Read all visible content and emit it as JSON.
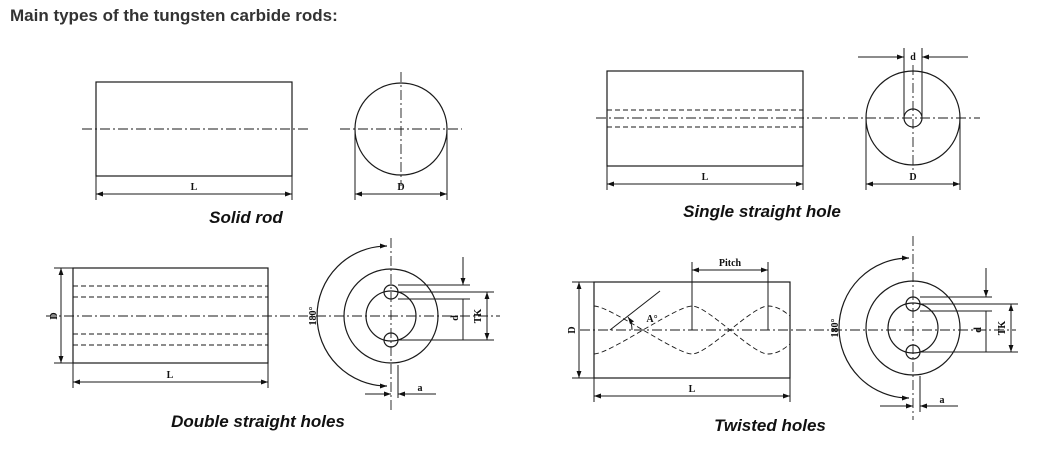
{
  "page": {
    "title": "Main types of the tungsten carbide rods:"
  },
  "diagrams": {
    "solid_rod": {
      "caption": "Solid rod",
      "length_label": "L",
      "diameter_label": "D"
    },
    "single_straight_hole": {
      "caption": "Single straight hole",
      "length_label": "L",
      "diameter_label": "D",
      "hole_label": "d"
    },
    "double_straight_holes": {
      "caption": "Double straight holes",
      "length_label": "L",
      "diameter_label": "D",
      "hole_label": "d",
      "offset_label": "a",
      "tk_label": "TK",
      "angle_label": "180°"
    },
    "twisted_holes": {
      "caption": "Twisted holes",
      "length_label": "L",
      "diameter_label": "D",
      "hole_label": "d",
      "offset_label": "a",
      "tk_label": "TK",
      "angle_label": "180°",
      "pitch_label": "Pitch",
      "helix_angle_label": "A°"
    }
  }
}
